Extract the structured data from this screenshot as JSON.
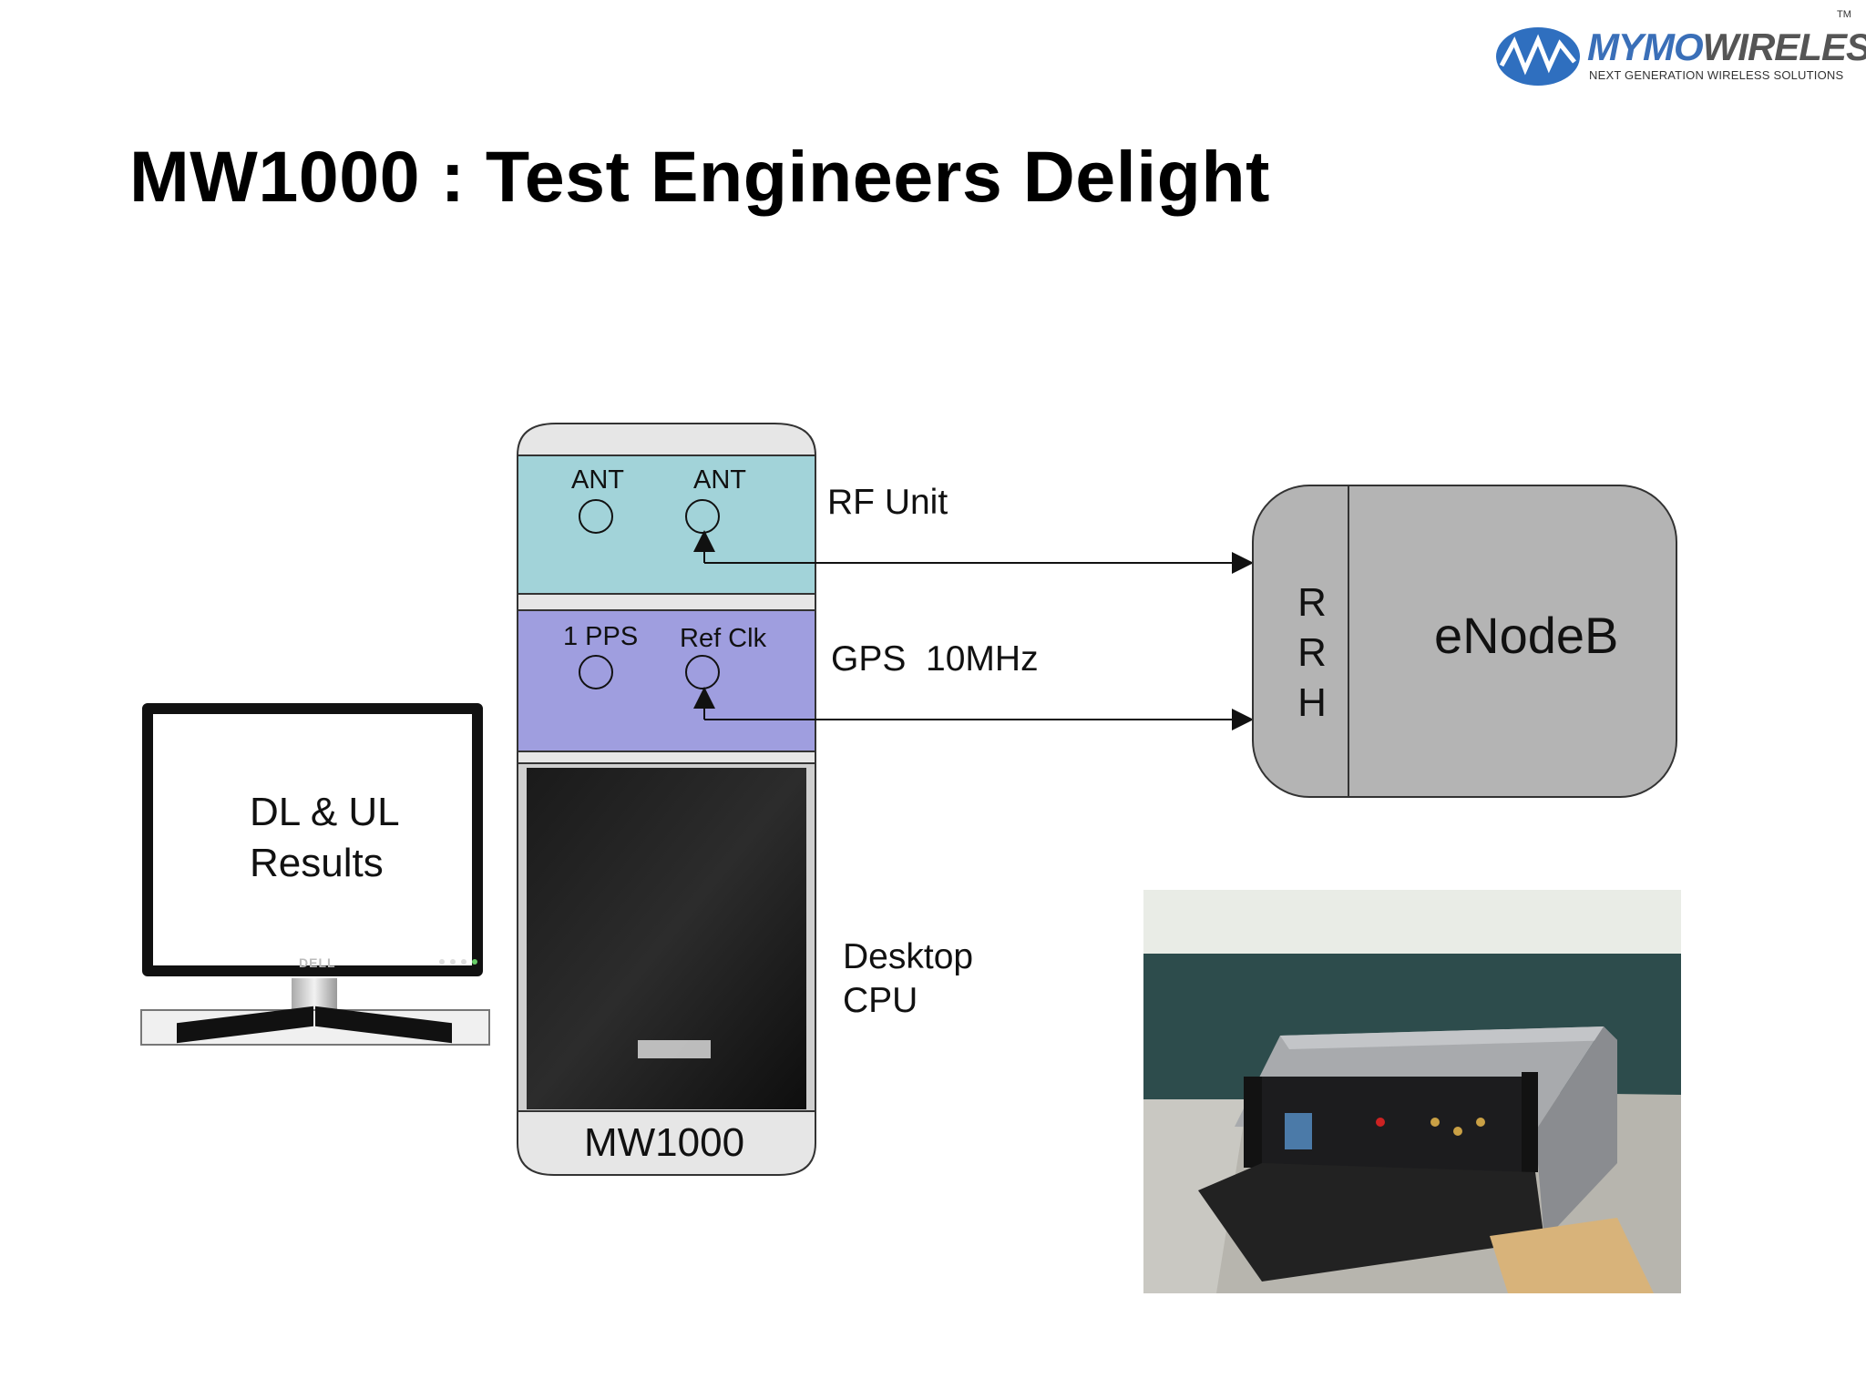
{
  "slide": {
    "title": "MW1000 : Test Engineers Delight"
  },
  "logo": {
    "brand": "MYMOWIRELESS",
    "tagline": "NEXT GENERATION WIRELESS SOLUTIONS",
    "trademark": "TM",
    "colors": {
      "circle": "#2f6fbf",
      "text": "#555555"
    }
  },
  "diagram": {
    "mw1000": {
      "rf_panel": {
        "left_port": "ANT",
        "right_port": "ANT",
        "color": "#a2d3d9"
      },
      "gps_panel": {
        "left_port": "1 PPS",
        "right_port": "Ref Clk",
        "color": "#9f9edf"
      },
      "unit_label": "MW1000"
    },
    "labels": {
      "rf_unit": "RF Unit",
      "gps": "GPS  10MHz",
      "desktop": [
        "Desktop",
        "CPU"
      ]
    },
    "enodeb": {
      "rrh_letters": [
        "R",
        "R",
        "H"
      ],
      "label": "eNodeB",
      "color": "#b4b4b4"
    },
    "monitor": {
      "lines": [
        "DL & UL",
        "Results"
      ],
      "brand": "DELL"
    }
  },
  "photo": {
    "description_icon": "rack-server-photo"
  }
}
